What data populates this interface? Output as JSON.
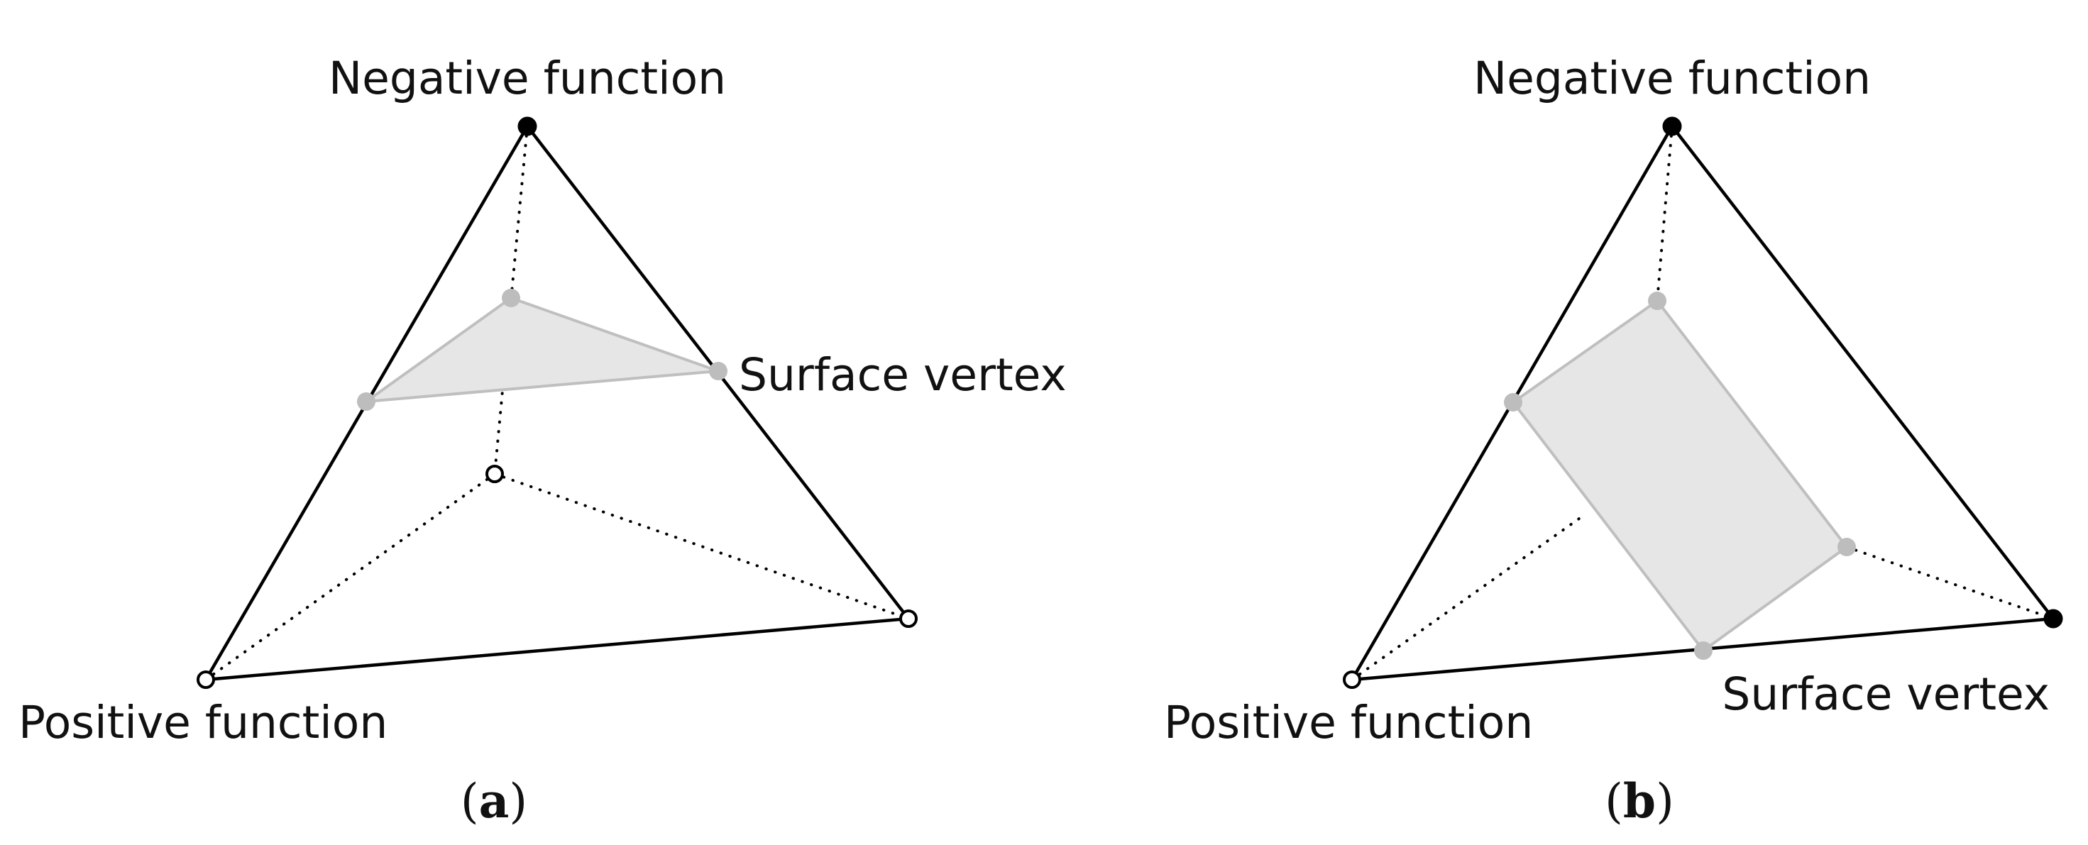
{
  "panels": [
    {
      "id": "a",
      "caption_letter": "a",
      "labels": {
        "top": "Negative function",
        "surface": "Surface vertex",
        "bottom": "Positive function"
      },
      "vertex_states": {
        "apex": "negative",
        "left": "positive",
        "right": "positive",
        "back": "positive"
      },
      "surface_polygon": "triangle"
    },
    {
      "id": "b",
      "caption_letter": "b",
      "labels": {
        "top": "Negative function",
        "surface": "Surface vertex",
        "bottom": "Positive function"
      },
      "vertex_states": {
        "apex": "negative",
        "left": "positive",
        "right": "negative",
        "back": "positive"
      },
      "surface_polygon": "quadrilateral"
    }
  ],
  "colors": {
    "edge": "#000000",
    "surface_fill": "#e6e6e6",
    "surface_stroke": "#bfbfbf",
    "surface_vertex": "#bdbdbd",
    "negative_vertex": "#000000",
    "positive_vertex": "#ffffff"
  }
}
